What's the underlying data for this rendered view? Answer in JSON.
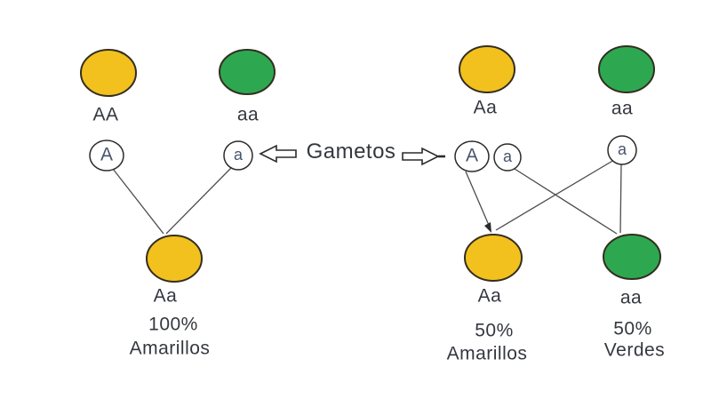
{
  "colors": {
    "yellow": "#F2C11E",
    "green": "#2DA850",
    "pea_outline": "#332e20",
    "line": "#4c4c4c",
    "text": "#34383f",
    "allele": "#475569"
  },
  "gametos_label": "Gametos",
  "icons": {
    "left_arrow": "hollow-block-arrow-left",
    "right_arrow": "hollow-block-arrow-right"
  },
  "left_cross": {
    "parents": [
      {
        "genotype": "AA",
        "color": "yellow"
      },
      {
        "genotype": "aa",
        "color": "green"
      }
    ],
    "gametes": [
      {
        "allele": "A"
      },
      {
        "allele": "a"
      }
    ],
    "offspring": [
      {
        "genotype": "Aa",
        "percent": "100%",
        "phenotype": "Amarillos",
        "color": "yellow"
      }
    ]
  },
  "right_cross": {
    "parents": [
      {
        "genotype": "Aa",
        "color": "yellow"
      },
      {
        "genotype": "aa",
        "color": "green"
      }
    ],
    "gametes": [
      {
        "allele": "A"
      },
      {
        "allele": "a"
      },
      {
        "allele": "a"
      }
    ],
    "offspring": [
      {
        "genotype": "Aa",
        "percent": "50%",
        "phenotype": "Amarillos",
        "color": "yellow"
      },
      {
        "genotype": "aa",
        "percent": "50%",
        "phenotype": "Verdes",
        "color": "green"
      }
    ]
  }
}
